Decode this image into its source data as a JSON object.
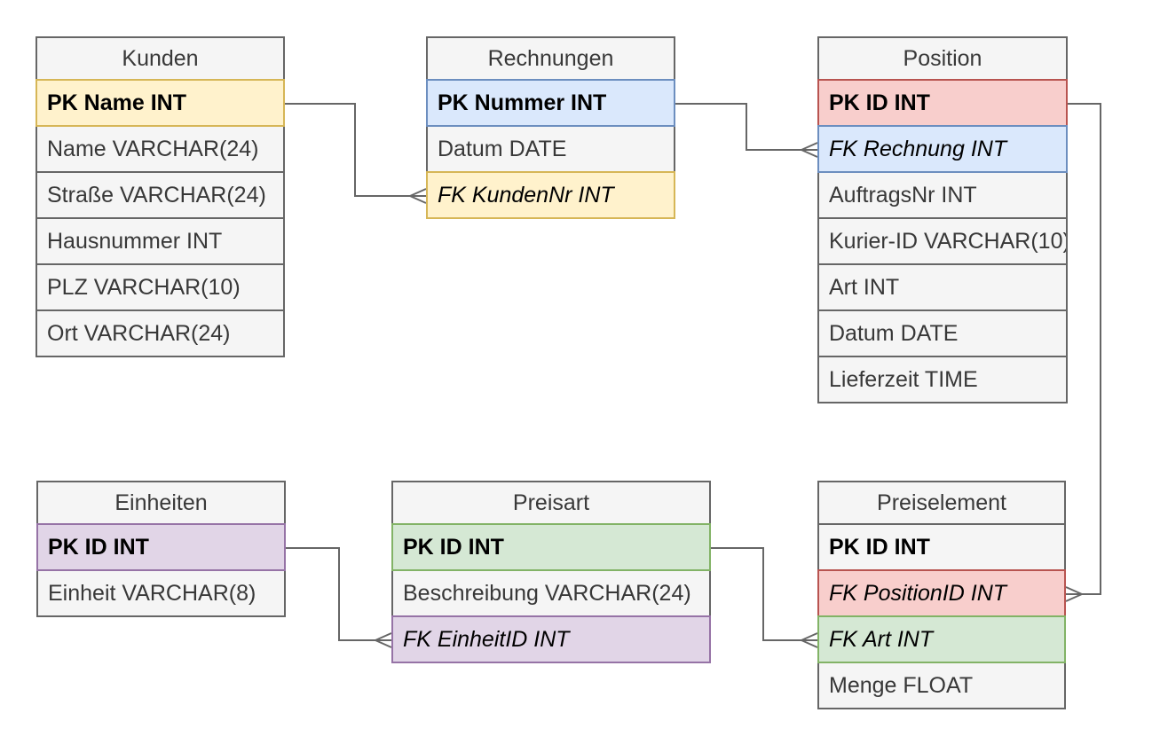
{
  "diagram": {
    "type": "entity-relationship",
    "background": "#ffffff",
    "connector_color": "#666666",
    "palette": {
      "plain": {
        "fill": "#F5F5F5",
        "border": "#666666"
      },
      "yellow": {
        "fill": "#FFF2CC",
        "border": "#D6B656"
      },
      "blue": {
        "fill": "#DAE8FC",
        "border": "#6C8EBF"
      },
      "red": {
        "fill": "#F8CECC",
        "border": "#B85450"
      },
      "green": {
        "fill": "#D5E8D4",
        "border": "#82B366"
      },
      "purple": {
        "fill": "#E1D5E7",
        "border": "#9673A6"
      }
    },
    "tables": [
      {
        "name": "Kunden",
        "rows": [
          {
            "text": "PK Name INT",
            "style": "pk",
            "color": "yellow"
          },
          {
            "text": "Name VARCHAR(24)",
            "style": "attr",
            "color": "plain"
          },
          {
            "text": "Straße VARCHAR(24)",
            "style": "attr",
            "color": "plain"
          },
          {
            "text": "Hausnummer INT",
            "style": "attr",
            "color": "plain"
          },
          {
            "text": "PLZ VARCHAR(10)",
            "style": "attr",
            "color": "plain"
          },
          {
            "text": "Ort VARCHAR(24)",
            "style": "attr",
            "color": "plain"
          }
        ]
      },
      {
        "name": "Rechnungen",
        "rows": [
          {
            "text": "PK Nummer INT",
            "style": "pk",
            "color": "blue"
          },
          {
            "text": "Datum DATE",
            "style": "attr",
            "color": "plain"
          },
          {
            "text": "FK KundenNr INT",
            "style": "fk",
            "color": "yellow"
          }
        ]
      },
      {
        "name": "Position",
        "rows": [
          {
            "text": "PK ID INT",
            "style": "pk",
            "color": "red"
          },
          {
            "text": "FK Rechnung INT",
            "style": "fk",
            "color": "blue"
          },
          {
            "text": "AuftragsNr INT",
            "style": "attr",
            "color": "plain"
          },
          {
            "text": "Kurier-ID VARCHAR(10)",
            "style": "attr",
            "color": "plain"
          },
          {
            "text": "Art INT",
            "style": "attr",
            "color": "plain"
          },
          {
            "text": "Datum DATE",
            "style": "attr",
            "color": "plain"
          },
          {
            "text": "Lieferzeit TIME",
            "style": "attr",
            "color": "plain"
          }
        ]
      },
      {
        "name": "Einheiten",
        "rows": [
          {
            "text": "PK ID INT",
            "style": "pk",
            "color": "purple"
          },
          {
            "text": "Einheit VARCHAR(8)",
            "style": "attr",
            "color": "plain"
          }
        ]
      },
      {
        "name": "Preisart",
        "rows": [
          {
            "text": "PK ID INT",
            "style": "pk",
            "color": "green"
          },
          {
            "text": "Beschreibung VARCHAR(24)",
            "style": "attr",
            "color": "plain"
          },
          {
            "text": "FK EinheitID INT",
            "style": "fk",
            "color": "purple"
          }
        ]
      },
      {
        "name": "Preiselement",
        "rows": [
          {
            "text": "PK ID INT",
            "style": "pk",
            "color": "plain"
          },
          {
            "text": "FK PositionID INT",
            "style": "fk",
            "color": "red"
          },
          {
            "text": "FK Art INT",
            "style": "fk",
            "color": "green"
          },
          {
            "text": "Menge FLOAT",
            "style": "attr",
            "color": "plain"
          }
        ]
      }
    ],
    "relationships": [
      {
        "from_table": "Kunden",
        "from_field": "PK Name INT",
        "to_table": "Rechnungen",
        "to_field": "FK KundenNr INT",
        "cardinality": "one-to-many"
      },
      {
        "from_table": "Rechnungen",
        "from_field": "PK Nummer INT",
        "to_table": "Position",
        "to_field": "FK Rechnung INT",
        "cardinality": "one-to-many"
      },
      {
        "from_table": "Position",
        "from_field": "PK ID INT",
        "to_table": "Preiselement",
        "to_field": "FK PositionID INT",
        "cardinality": "one-to-many"
      },
      {
        "from_table": "Einheiten",
        "from_field": "PK ID INT",
        "to_table": "Preisart",
        "to_field": "FK EinheitID INT",
        "cardinality": "one-to-many"
      },
      {
        "from_table": "Preisart",
        "from_field": "PK ID INT",
        "to_table": "Preiselement",
        "to_field": "FK Art INT",
        "cardinality": "one-to-many"
      }
    ]
  }
}
